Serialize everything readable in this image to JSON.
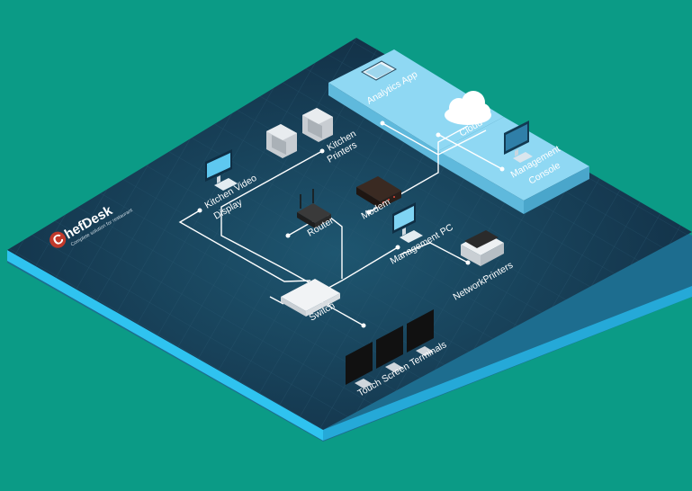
{
  "brand": {
    "logo_letter": "C",
    "logo_text": "hefDesk",
    "tagline": "Complete solution for restaurant"
  },
  "labels": {
    "analytics_app": "Analytics App",
    "cloud": "Cloud",
    "management_console_1": "Management",
    "management_console_2": "Console",
    "kitchen_printers_1": "Kitchen",
    "kitchen_printers_2": "Printers",
    "kitchen_video_display_1": "Kitchen Video",
    "kitchen_video_display_2": "Display",
    "router": "Router",
    "modem": "Modem",
    "management_pc": "Management PC",
    "network_printers": "NetworkPrinters",
    "switch": "Switch",
    "touch_screen_terminals": "Touch Screen Terminals"
  },
  "colors": {
    "background": "#0b9b86",
    "floor": "#15384f",
    "floor_edge": "#2fc3f0",
    "cloud_platform": "#7fd3f2",
    "line": "#ffffff",
    "logo_red": "#c0392b"
  }
}
